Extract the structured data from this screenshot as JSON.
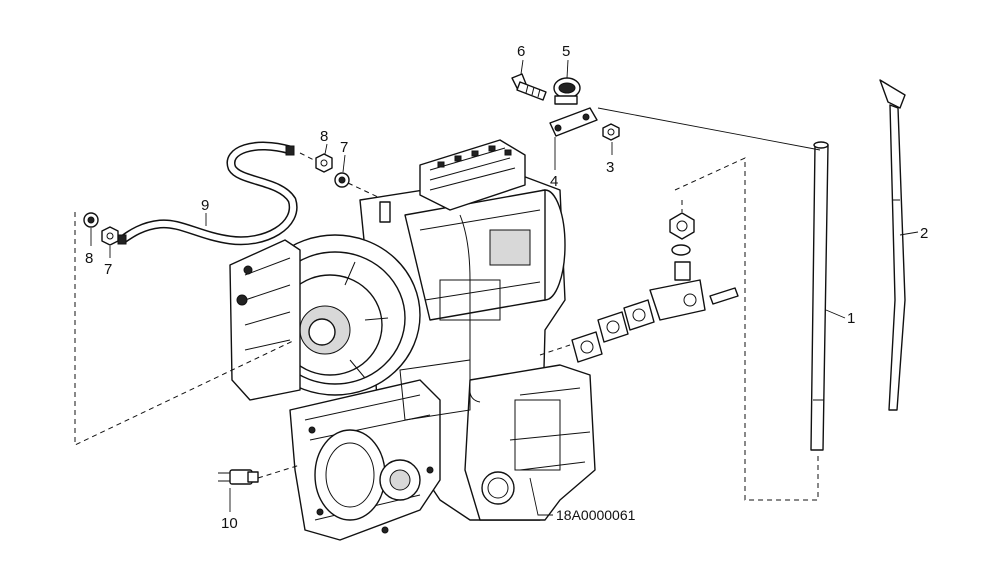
{
  "diagram": {
    "reference_code": "18A0000061",
    "callouts": [
      {
        "id": "c1",
        "label": "1"
      },
      {
        "id": "c2",
        "label": "2"
      },
      {
        "id": "c3",
        "label": "3"
      },
      {
        "id": "c4",
        "label": "4"
      },
      {
        "id": "c5",
        "label": "5"
      },
      {
        "id": "c6",
        "label": "6"
      },
      {
        "id": "c7a",
        "label": "7"
      },
      {
        "id": "c8a",
        "label": "8"
      },
      {
        "id": "c7b",
        "label": "7"
      },
      {
        "id": "c8b",
        "label": "8"
      },
      {
        "id": "c9",
        "label": "9"
      },
      {
        "id": "c10",
        "label": "10"
      }
    ]
  }
}
